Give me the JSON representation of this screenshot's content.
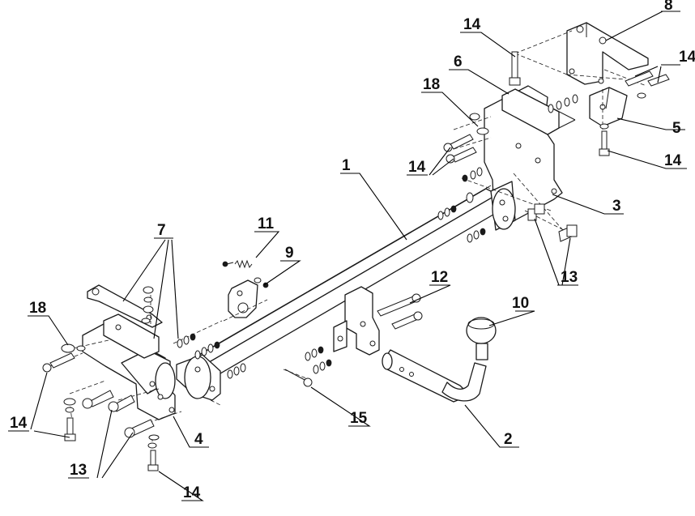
{
  "callouts": [
    {
      "id": "c1",
      "text": "1"
    },
    {
      "id": "c2",
      "text": "2"
    },
    {
      "id": "c3",
      "text": "3"
    },
    {
      "id": "c4",
      "text": "4"
    },
    {
      "id": "c5",
      "text": "5"
    },
    {
      "id": "c6",
      "text": "6"
    },
    {
      "id": "c7",
      "text": "7"
    },
    {
      "id": "c8",
      "text": "8"
    },
    {
      "id": "c9",
      "text": "9"
    },
    {
      "id": "c10",
      "text": "10"
    },
    {
      "id": "c11",
      "text": "11"
    },
    {
      "id": "c12",
      "text": "12"
    },
    {
      "id": "c13a",
      "text": "13"
    },
    {
      "id": "c13b",
      "text": "13"
    },
    {
      "id": "c14a",
      "text": "14"
    },
    {
      "id": "c14b",
      "text": "14"
    },
    {
      "id": "c14c",
      "text": "14"
    },
    {
      "id": "c14d",
      "text": "14"
    },
    {
      "id": "c14e",
      "text": "14"
    },
    {
      "id": "c14f",
      "text": "14"
    },
    {
      "id": "c15",
      "text": "15"
    },
    {
      "id": "c18a",
      "text": "18"
    },
    {
      "id": "c18b",
      "text": "18"
    }
  ]
}
